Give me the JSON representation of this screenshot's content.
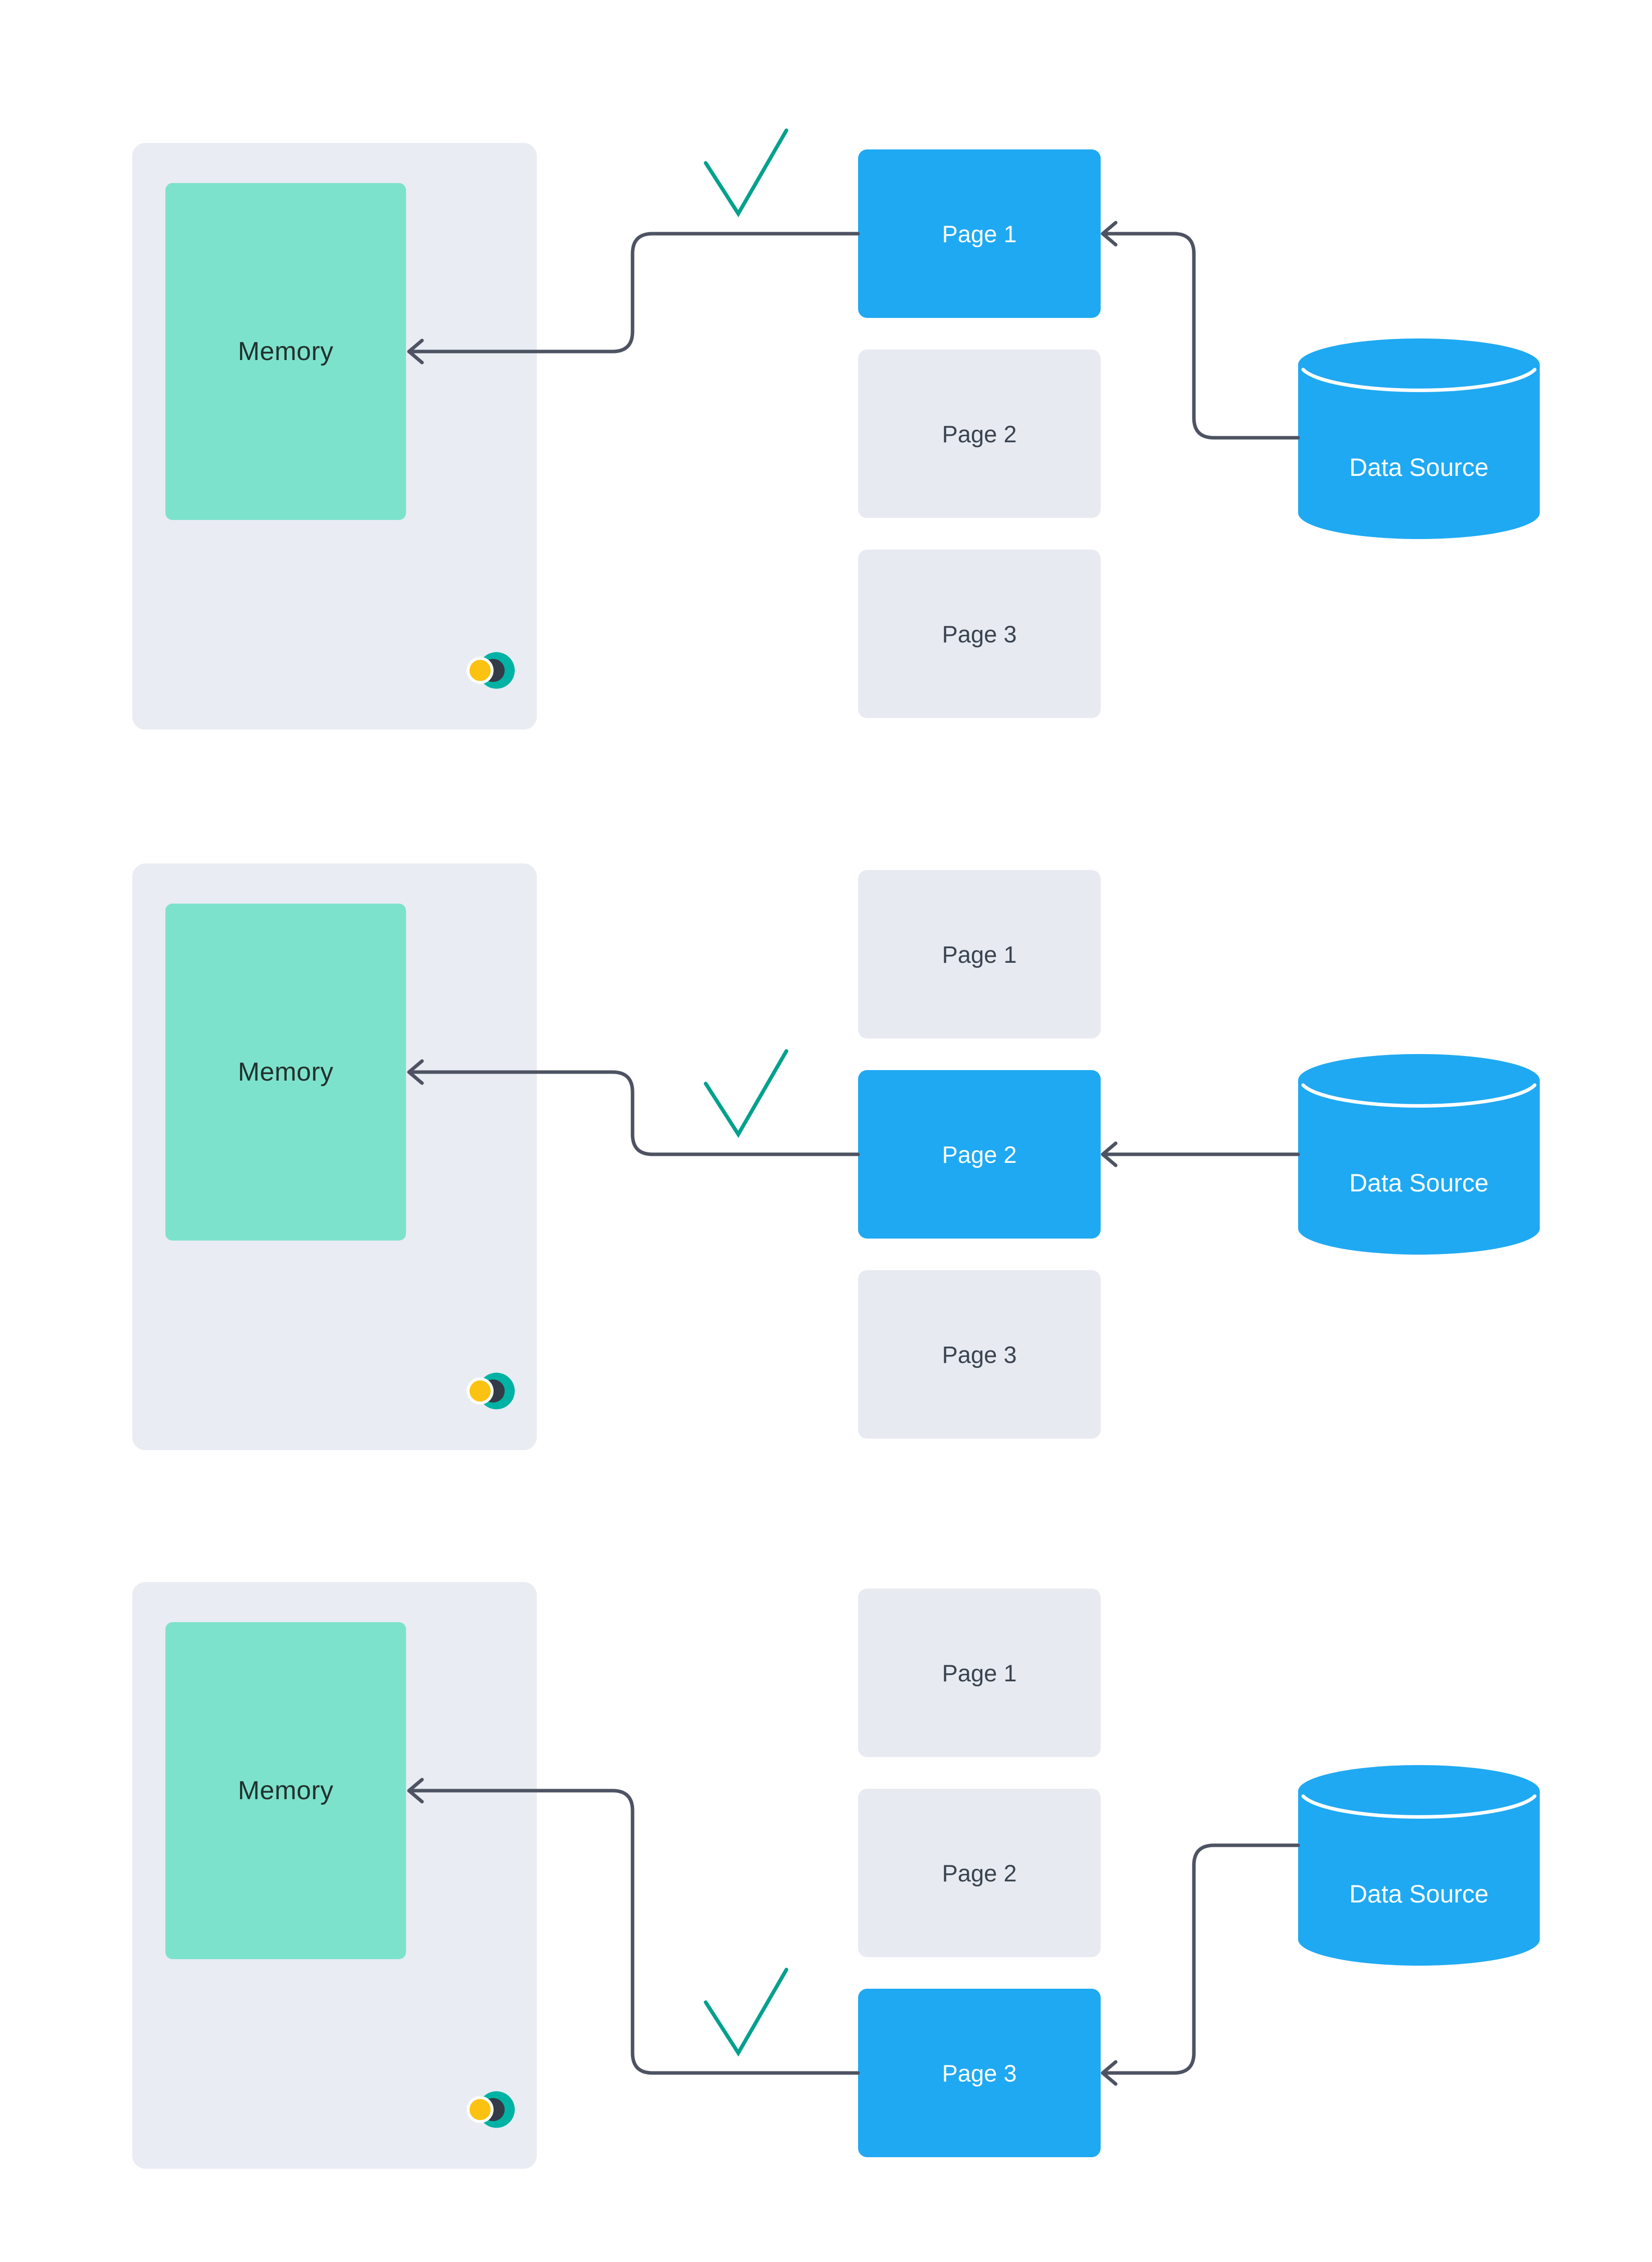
{
  "colors": {
    "accent_blue": "#1fa9f2",
    "memory_teal": "#7de2cc",
    "panel_gray": "#e9ecf3",
    "page_gray": "#e7eaf0",
    "arrow_gray": "#4d5362",
    "check_green": "#02a18e",
    "memory_text": "#22312f",
    "page_text": "#3a4350",
    "logo_yellow": "#fcc211",
    "logo_navy": "#333a48",
    "logo_teal": "#00b2a3"
  },
  "icons": {
    "check_icon": "teal-checkmark",
    "logo_icon": "yellow-navy-teal-crescent-logo",
    "data_source_shape": "database-cylinder",
    "arrow_icon": "left-pointing-arrow"
  },
  "sections": [
    {
      "memory_label": "Memory",
      "data_source_label": "Data Source",
      "active_page": "Page 1",
      "pages": [
        {
          "label": "Page 1",
          "active": true
        },
        {
          "label": "Page 2",
          "active": false
        },
        {
          "label": "Page 3",
          "active": false
        }
      ]
    },
    {
      "memory_label": "Memory",
      "data_source_label": "Data Source",
      "active_page": "Page 2",
      "pages": [
        {
          "label": "Page 1",
          "active": false
        },
        {
          "label": "Page 2",
          "active": true
        },
        {
          "label": "Page 3",
          "active": false
        }
      ]
    },
    {
      "memory_label": "Memory",
      "data_source_label": "Data Source",
      "active_page": "Page 3",
      "pages": [
        {
          "label": "Page 1",
          "active": false
        },
        {
          "label": "Page 2",
          "active": false
        },
        {
          "label": "Page 3",
          "active": true
        }
      ]
    }
  ]
}
